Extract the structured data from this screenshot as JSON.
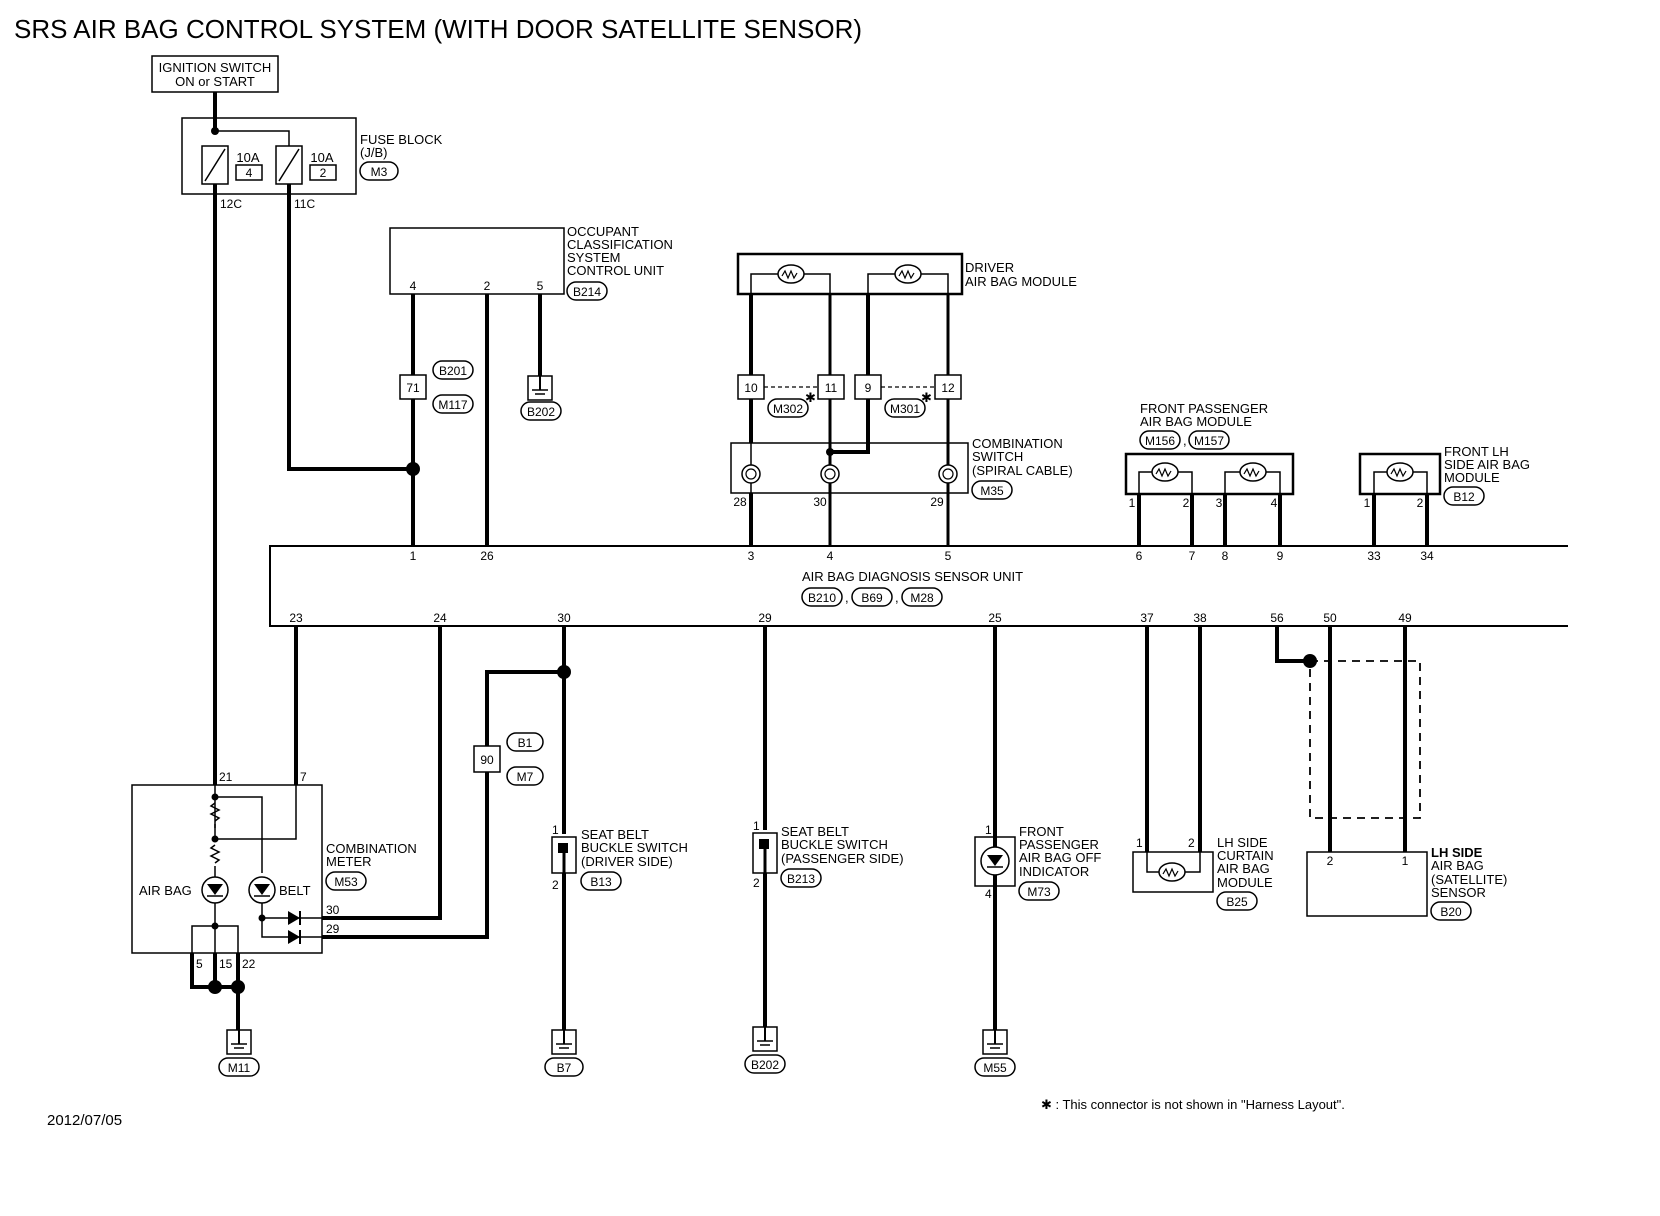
{
  "title": "SRS AIR BAG CONTROL SYSTEM (WITH DOOR SATELLITE SENSOR)",
  "date": "2012/07/05",
  "footnote": "✱ : This connector is not shown in \"Harness Layout\".",
  "colors": {
    "ink": "#000000",
    "paper": "#ffffff"
  },
  "ignition": {
    "line1": "IGNITION SWITCH",
    "line2": "ON or START"
  },
  "fuse_block": {
    "label": [
      "FUSE BLOCK",
      "(J/B)"
    ],
    "connector": "M3",
    "fuses": [
      {
        "rating": "10A",
        "number": "4",
        "terminal": "12C"
      },
      {
        "rating": "10A",
        "number": "2",
        "terminal": "11C"
      }
    ]
  },
  "occupant_unit": {
    "label": [
      "OCCUPANT",
      "CLASSIFICATION",
      "SYSTEM",
      "CONTROL UNIT"
    ],
    "connector": "B214",
    "pins": [
      "4",
      "2",
      "5"
    ]
  },
  "joint_71": {
    "pin": "71",
    "connectors": [
      "B201",
      "M117"
    ]
  },
  "ground_b202_top": "B202",
  "driver_module": {
    "label": [
      "DRIVER",
      "AIR BAG MODULE"
    ],
    "joint_pins": [
      "10",
      "11",
      "9",
      "12"
    ],
    "connectors": [
      "M302",
      "M301"
    ],
    "star": "✱"
  },
  "combination_switch": {
    "label": [
      "COMBINATION",
      "SWITCH",
      "(SPIRAL CABLE)"
    ],
    "connector": "M35",
    "pins": [
      "28",
      "30",
      "29"
    ]
  },
  "passenger_module": {
    "label": [
      "FRONT PASSENGER",
      "AIR BAG MODULE"
    ],
    "connectors": [
      "M156",
      "M157"
    ],
    "pins": [
      "1",
      "2",
      "3",
      "4"
    ]
  },
  "lh_side_module": {
    "label": [
      "FRONT LH",
      "SIDE AIR BAG",
      "MODULE"
    ],
    "connector": "B12",
    "pins": [
      "1",
      "2"
    ]
  },
  "sensor_unit": {
    "label": "AIR BAG DIAGNOSIS SENSOR UNIT",
    "connectors": [
      "B210",
      "B69",
      "M28"
    ],
    "top_pins": [
      "1",
      "26",
      "3",
      "4",
      "5",
      "6",
      "7",
      "8",
      "9",
      "33",
      "34"
    ],
    "bottom_pins": [
      "23",
      "24",
      "30",
      "29",
      "25",
      "37",
      "38",
      "56",
      "50",
      "49"
    ]
  },
  "combination_meter": {
    "label": [
      "COMBINATION",
      "METER"
    ],
    "connector": "M53",
    "airbag_lamp": "AIR BAG",
    "belt_lamp": "BELT",
    "pins": {
      "in21": "21",
      "in7": "7",
      "p30": "30",
      "p29": "29",
      "p5": "5",
      "p15": "15",
      "p22": "22"
    }
  },
  "joint_90": {
    "pin": "90",
    "connectors": [
      "B1",
      "M7"
    ]
  },
  "driver_buckle": {
    "label": [
      "SEAT BELT",
      "BUCKLE SWITCH",
      "(DRIVER SIDE)"
    ],
    "connector": "B13",
    "pins": [
      "1",
      "2"
    ]
  },
  "passenger_buckle": {
    "label": [
      "SEAT BELT",
      "BUCKLE SWITCH",
      "(PASSENGER SIDE)"
    ],
    "connector": "B213",
    "pins": [
      "1",
      "2"
    ]
  },
  "pass_off_indicator": {
    "label": [
      "FRONT",
      "PASSENGER",
      "AIR BAG OFF",
      "INDICATOR"
    ],
    "connector": "M73",
    "pins": [
      "1",
      "4"
    ]
  },
  "curtain_module": {
    "label": [
      "LH SIDE",
      "CURTAIN",
      "AIR BAG",
      "MODULE"
    ],
    "connector": "B25",
    "pins": [
      "1",
      "2"
    ]
  },
  "satellite_sensor": {
    "label": [
      "LH SIDE",
      "AIR BAG",
      "(SATELLITE)",
      "SENSOR"
    ],
    "connector": "B20",
    "pins": [
      "2",
      "1"
    ]
  },
  "grounds": [
    "M11",
    "B7",
    "B202",
    "M55"
  ]
}
